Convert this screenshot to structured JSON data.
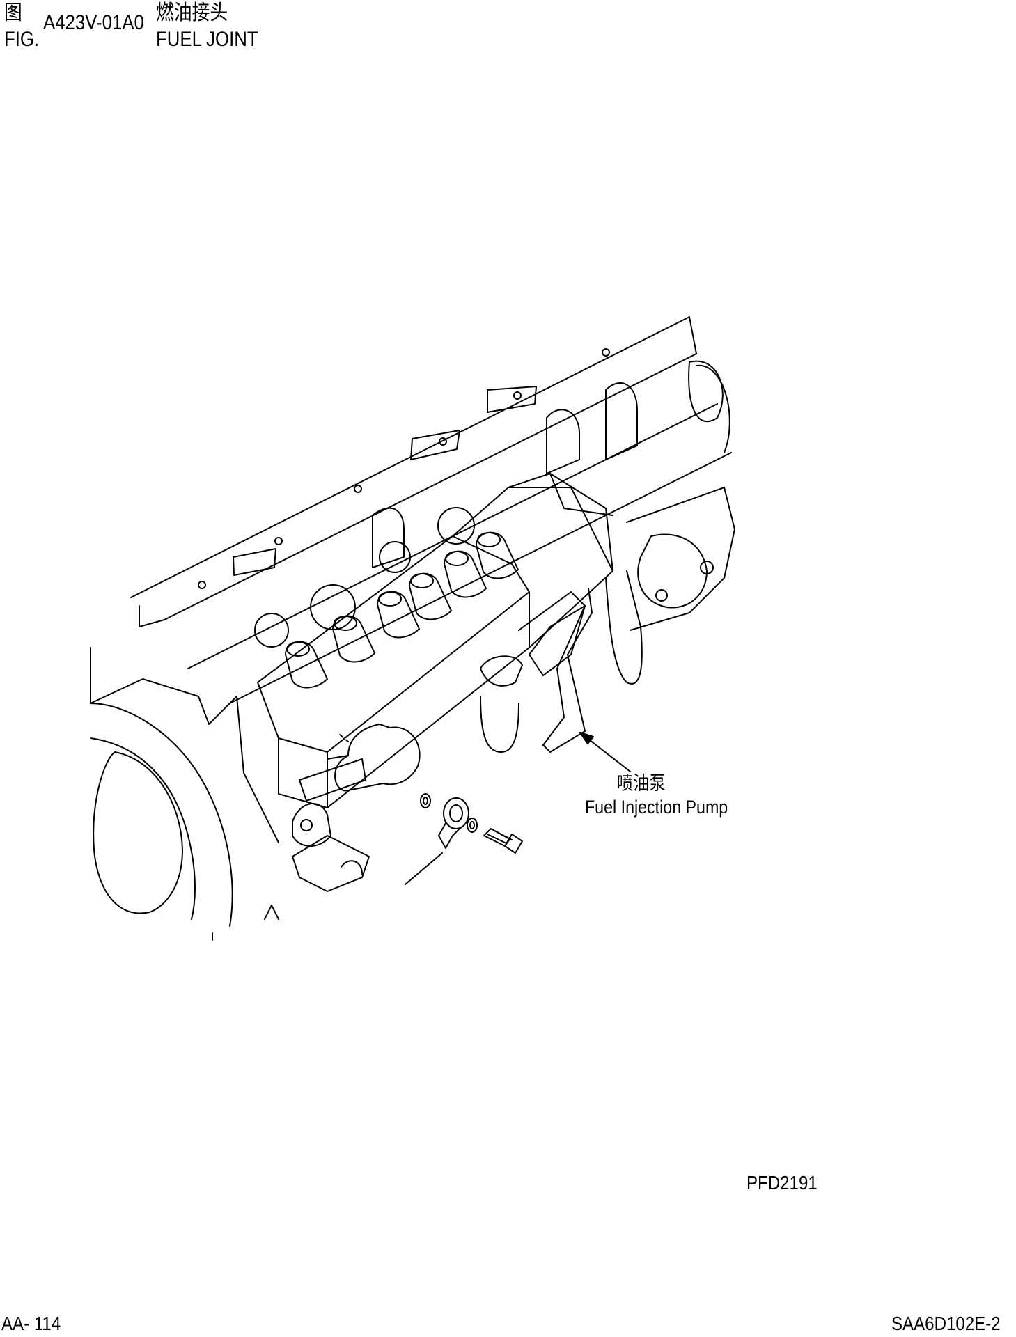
{
  "header": {
    "fig_cn": "图",
    "fig_en": "FIG.",
    "fig_number": "A423V-01A0",
    "title_cn": "燃油接头",
    "title_en": "FUEL JOINT"
  },
  "callouts": {
    "pump_cn": "喷油泵",
    "pump_en": "Fuel Injection Pump"
  },
  "drawing_code": "PFD2191",
  "footer": {
    "page": "AA- 114",
    "model": "SAA6D102E-2"
  }
}
